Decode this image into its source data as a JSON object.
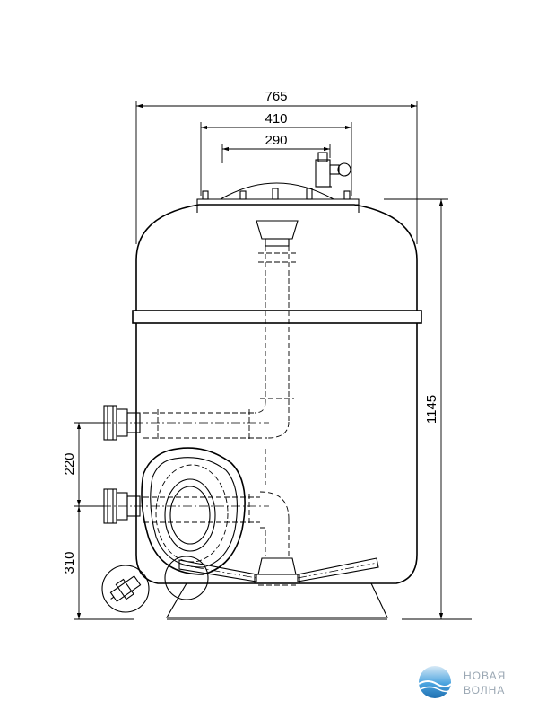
{
  "dimensions": {
    "total_width": "765",
    "lid_width": "410",
    "lid_inner_width": "290",
    "height": "1145",
    "port_spacing": "220",
    "lower_port_height": "310"
  },
  "logo": {
    "line1": "НОВАЯ",
    "line2": "ВОЛНА",
    "color": "#9aa7b3",
    "accent": "#4aa3df"
  }
}
